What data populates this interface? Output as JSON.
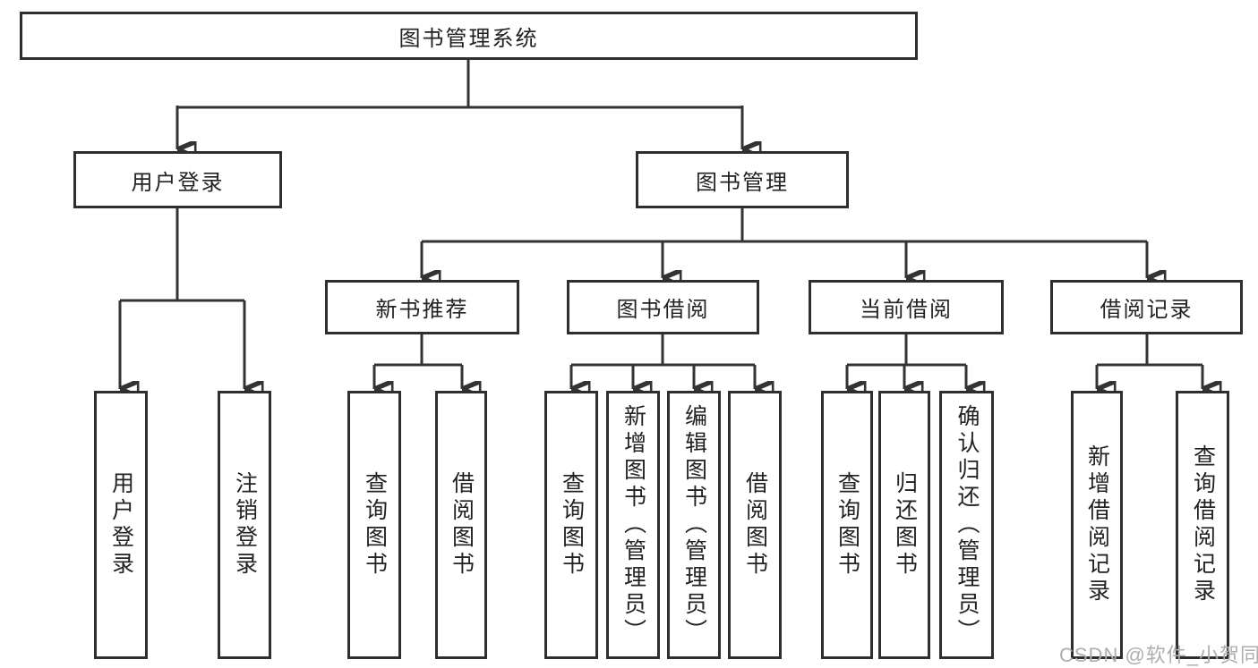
{
  "diagram": {
    "root": {
      "label": "图书管理系统"
    },
    "level1": [
      {
        "id": "user-login",
        "label": "用户登录"
      },
      {
        "id": "book-management",
        "label": "图书管理"
      }
    ],
    "level2": [
      {
        "id": "new-book-recommend",
        "label": "新书推荐",
        "parent": "图书管理"
      },
      {
        "id": "book-borrow",
        "label": "图书借阅",
        "parent": "图书管理"
      },
      {
        "id": "current-borrow",
        "label": "当前借阅",
        "parent": "图书管理"
      },
      {
        "id": "borrow-records",
        "label": "借阅记录",
        "parent": "图书管理"
      }
    ],
    "leaves": [
      {
        "label": "用户登录",
        "parent": "用户登录"
      },
      {
        "label": "注销登录",
        "parent": "用户登录"
      },
      {
        "label": "查询图书",
        "parent": "新书推荐"
      },
      {
        "label": "借阅图书",
        "parent": "新书推荐"
      },
      {
        "label": "查询图书",
        "parent": "图书借阅"
      },
      {
        "label": "新增图书（管理员）",
        "parent": "图书借阅"
      },
      {
        "label": "编辑图书（管理员）",
        "parent": "图书借阅"
      },
      {
        "label": "借阅图书",
        "parent": "图书借阅"
      },
      {
        "label": "查询图书",
        "parent": "当前借阅"
      },
      {
        "label": "归还图书",
        "parent": "当前借阅"
      },
      {
        "label": "确认归还（管理员）",
        "parent": "当前借阅"
      },
      {
        "label": "新增借阅记录",
        "parent": "借阅记录"
      },
      {
        "label": "查询借阅记录",
        "parent": "借阅记录"
      }
    ],
    "colors": {
      "line": "#333333",
      "border": "#2e2e2e",
      "text": "#222222",
      "watermark": "#aeaeae"
    },
    "watermark": "CSDN @软件_小贺同学"
  }
}
